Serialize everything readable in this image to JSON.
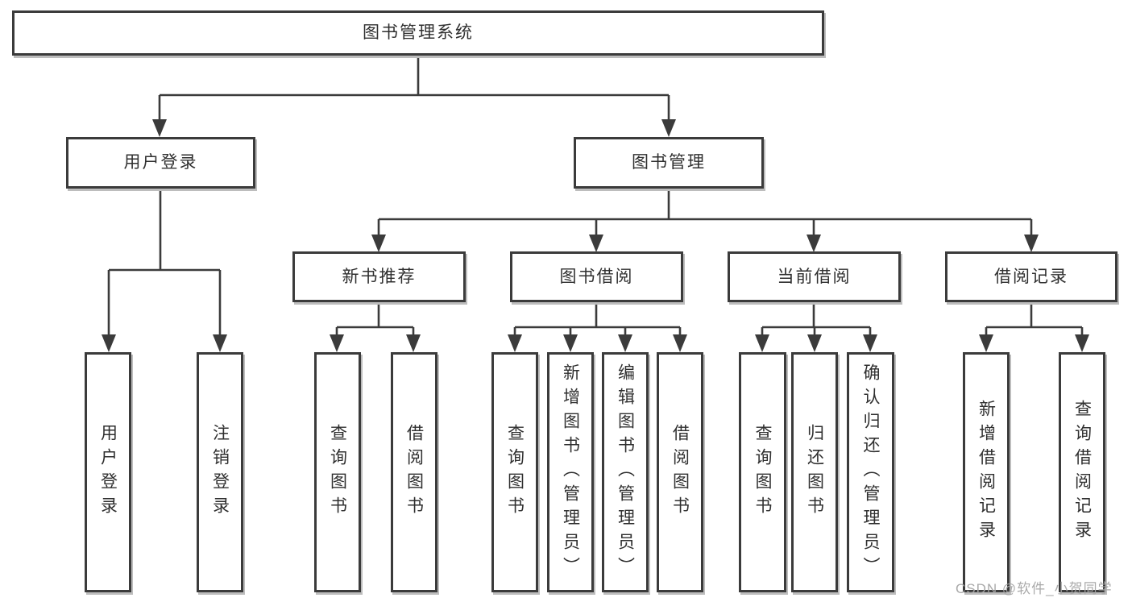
{
  "diagram": {
    "title": "图书管理系统",
    "type": "tree-structure-diagram",
    "colors": {
      "line": "#3b3b3b",
      "box_border": "#3b3b3b",
      "box_fill": "#ffffff",
      "text": "#2f2f2f",
      "background": "#ffffff",
      "watermark": "#a5a5a5"
    },
    "tree": {
      "label": "图书管理系统",
      "children": [
        {
          "label": "用户登录",
          "children": [
            {
              "label": "用户登录"
            },
            {
              "label": "注销登录"
            }
          ]
        },
        {
          "label": "图书管理",
          "children": [
            {
              "label": "新书推荐",
              "children": [
                {
                  "label": "查询图书"
                },
                {
                  "label": "借阅图书"
                }
              ]
            },
            {
              "label": "图书借阅",
              "children": [
                {
                  "label": "查询图书"
                },
                {
                  "label": "新增图书（管理员）"
                },
                {
                  "label": "编辑图书（管理员）"
                },
                {
                  "label": "借阅图书"
                }
              ]
            },
            {
              "label": "当前借阅",
              "children": [
                {
                  "label": "查询图书"
                },
                {
                  "label": "归还图书"
                },
                {
                  "label": "确认归还（管理员）"
                }
              ]
            },
            {
              "label": "借阅记录",
              "children": [
                {
                  "label": "新增借阅记录"
                },
                {
                  "label": "查询借阅记录"
                }
              ]
            }
          ]
        }
      ]
    }
  },
  "watermark": {
    "text": "CSDN @软件_小贺同学"
  }
}
